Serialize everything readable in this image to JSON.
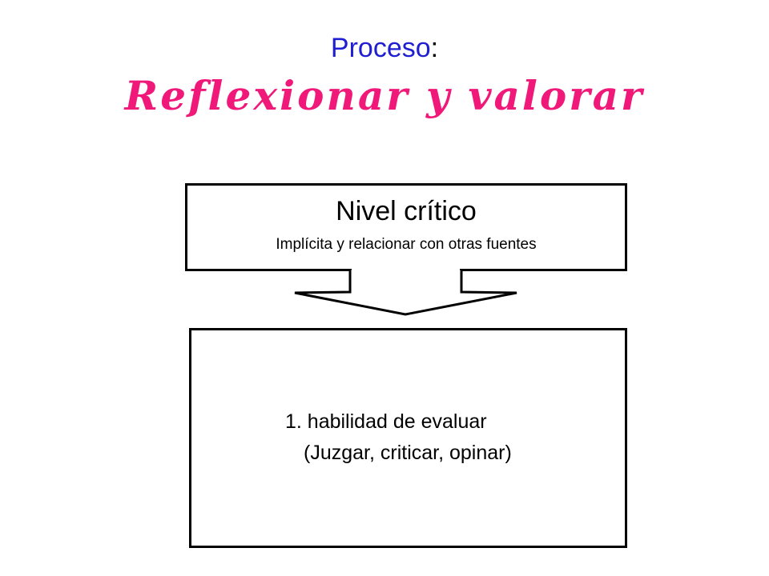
{
  "title": {
    "process_word": "Proceso",
    "process_colon": ":",
    "process_name": "Reflexionar y valorar"
  },
  "top_box": {
    "title": "Nivel crítico",
    "subtitle": "Implícita y relacionar con otras fuentes"
  },
  "bottom_box": {
    "item_line_1": "1. habilidad de evaluar",
    "item_line_2": "(Juzgar, criticar, opinar)"
  },
  "colors": {
    "process_word": "#1f1fd1",
    "process_name": "#f0197a",
    "text": "#000000",
    "border": "#000000"
  },
  "icons": {
    "arrow": "down-arrow-icon"
  }
}
